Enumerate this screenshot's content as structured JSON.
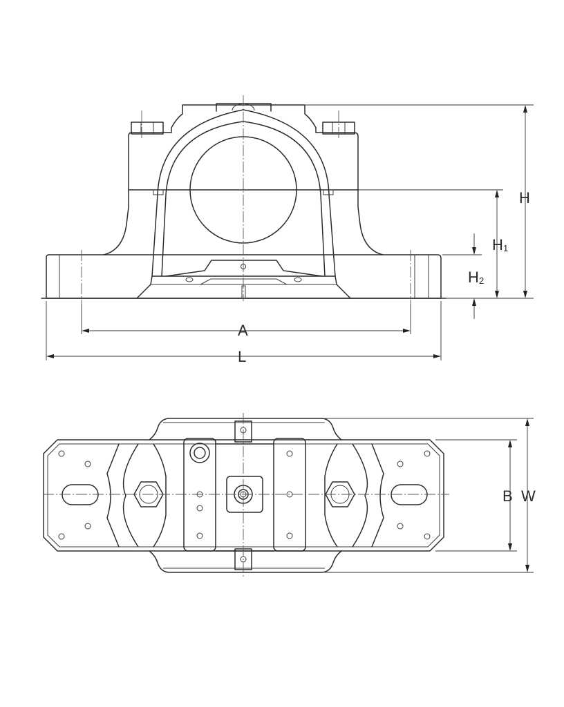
{
  "labels": {
    "L": "L",
    "A": "A",
    "H": "H",
    "H1_main": "H",
    "H1_sub": "1",
    "H2_main": "H",
    "H2_sub": "2",
    "B": "B",
    "W": "W"
  }
}
